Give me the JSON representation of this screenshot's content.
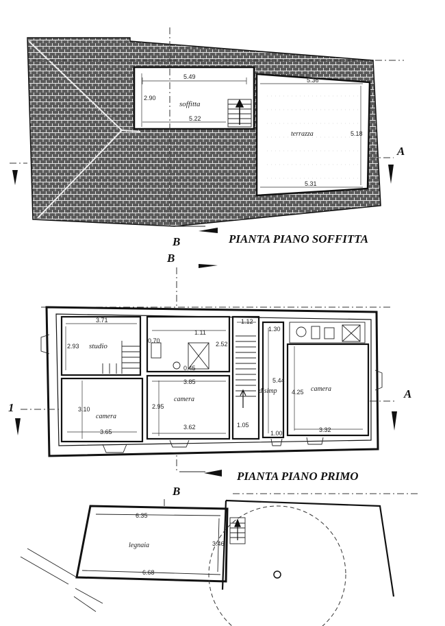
{
  "floors": {
    "soffitta": {
      "title": "PIANTA PIANO SOFFITTA",
      "rooms": {
        "soffitta": "soffitta",
        "terrazza": "terrazza"
      },
      "dims": {
        "d549": "5.49",
        "d290": "2.90",
        "d522": "5.22",
        "d536": "5.36",
        "d518": "5.18",
        "d531": "5.31"
      }
    },
    "primo": {
      "title": "PIANTA PIANO PRIMO",
      "rooms": {
        "studio": "studio",
        "camera1": "camera",
        "camera2": "camera",
        "disimp": "disimp",
        "camera3": "camera"
      },
      "dims": {
        "d371": "3.71",
        "d293": "2.93",
        "d111": "1.11",
        "d252": "2.52",
        "d112": "1.12",
        "d130": "1.30",
        "d070": "0.70",
        "d045": "0.45",
        "d385": "3.85",
        "d544": "5.44",
        "d425": "4.25",
        "d310": "3.10",
        "d295": "2.95",
        "d365": "3.65",
        "d362": "3.62",
        "d105": "1.05",
        "d100": "1.00",
        "d332": "3.32"
      }
    },
    "terra": {
      "rooms": {
        "legnaia": "legnaia"
      },
      "dims": {
        "d635": "6.35",
        "d346": "3.46",
        "d668": "6.68"
      }
    }
  },
  "sections": {
    "a_top_right": "A",
    "b_top_bottom": "B",
    "b_mid_top": "B",
    "a_mid_right": "A",
    "one_mid_left": "1",
    "b_low": "B"
  }
}
